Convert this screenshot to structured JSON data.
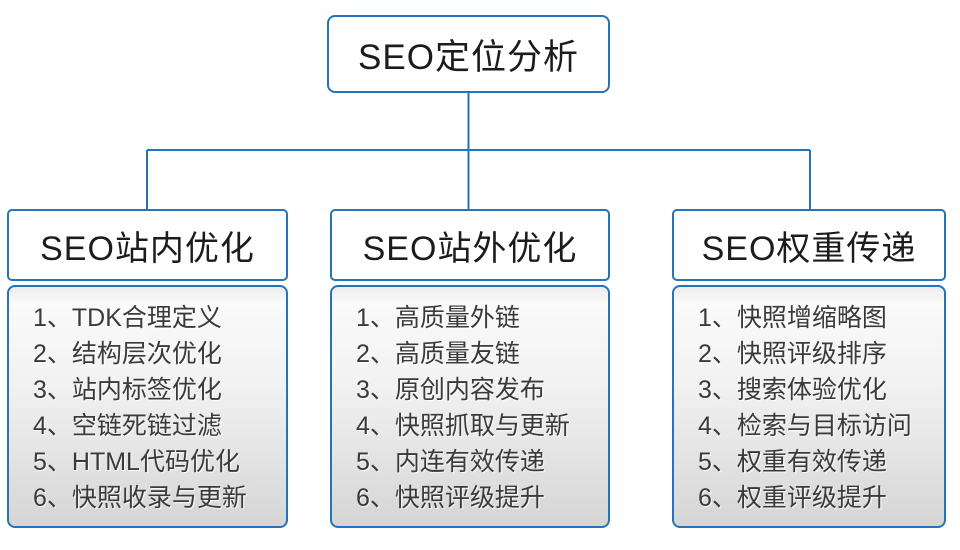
{
  "diagram": {
    "root": {
      "title": "SEO定位分析"
    },
    "branches": [
      {
        "title": "SEO站内优化",
        "items": [
          "1、TDK合理定义",
          "2、结构层次优化",
          "3、站内标签优化",
          "4、空链死链过滤",
          "5、HTML代码优化",
          "6、快照收录与更新"
        ]
      },
      {
        "title": "SEO站外优化",
        "items": [
          "1、高质量外链",
          "2、高质量友链",
          "3、原创内容发布",
          "4、快照抓取与更新",
          "5、内连有效传递",
          "6、快照评级提升"
        ]
      },
      {
        "title": "SEO权重传递",
        "items": [
          "1、快照增缩略图",
          "2、快照评级排序",
          "3、搜索体验优化",
          "4、检索与目标访问",
          "5、权重有效传递",
          "6、权重评级提升"
        ]
      }
    ],
    "colors": {
      "accent_border": "#2274bb",
      "header_text": "#1c1c1c",
      "item_text": "#3a3a3a",
      "list_bg_top": "#ececec",
      "list_bg_bottom": "#d5d5d5",
      "background": "#ffffff"
    }
  }
}
